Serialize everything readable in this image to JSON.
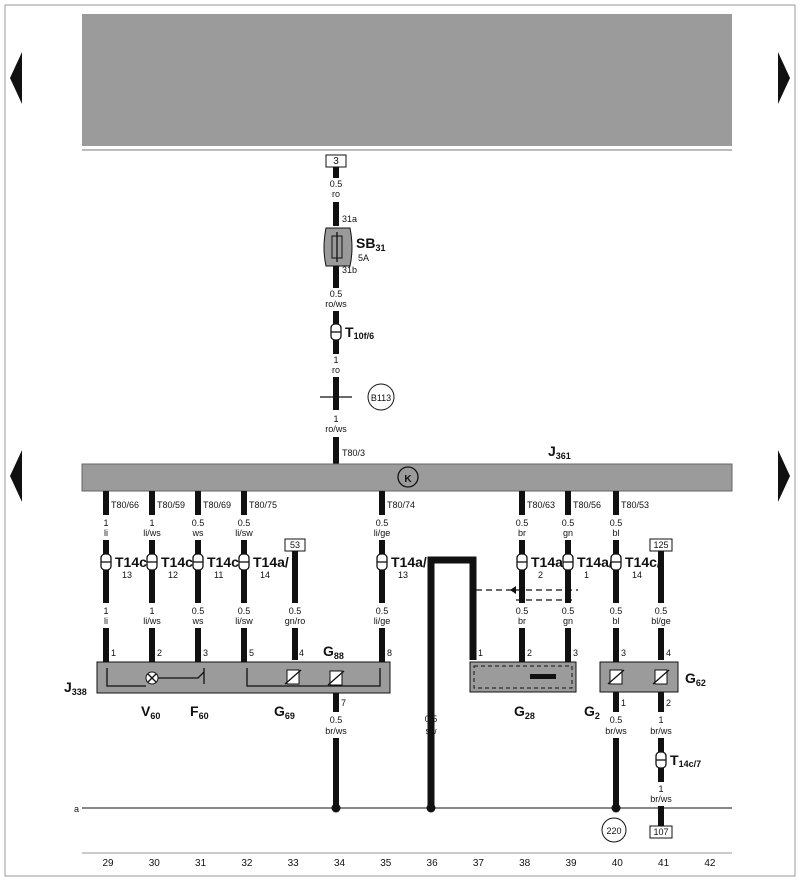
{
  "connector_top": {
    "id": "3",
    "size": "0.5",
    "color": "ro"
  },
  "fuse": {
    "name": "SB",
    "sub": "31",
    "rating": "5A",
    "pin_in": "31a",
    "pin_out": "31b"
  },
  "wire_a": {
    "size": "0.5",
    "color": "ro/ws"
  },
  "t10f": {
    "base": "T",
    "sub": "10f/6"
  },
  "wire_b": {
    "size": "1",
    "color": "ro"
  },
  "splice": "B113",
  "wire_c": {
    "size": "1",
    "color": "ro/ws"
  },
  "j361_pin": "T80/3",
  "j361": {
    "base": "J",
    "sub": "361",
    "marker": "K"
  },
  "pins": [
    {
      "id": "T80/66",
      "s1": "1",
      "c1": "li",
      "conn": "T14c/",
      "cnum": "13",
      "s2": "1",
      "c2": "li",
      "n": "1"
    },
    {
      "id": "T80/59",
      "s1": "1",
      "c1": "li/ws",
      "conn": "T14c/",
      "cnum": "12",
      "s2": "1",
      "c2": "li/ws",
      "n": "2"
    },
    {
      "id": "T80/69",
      "s1": "0.5",
      "c1": "ws",
      "conn": "T14c/",
      "cnum": "11",
      "s2": "0.5",
      "c2": "ws",
      "n": "3"
    },
    {
      "id": "T80/75",
      "s1": "0.5",
      "c1": "li/sw",
      "conn": "T14a/",
      "cnum": "14",
      "s2": "0.5",
      "c2": "li/sw",
      "n": "5"
    },
    {
      "id": "T80/74",
      "s1": "0.5",
      "c1": "li/ge",
      "conn": "T14a/",
      "cnum": "13",
      "s2": "0.5",
      "c2": "li/ge",
      "n": "8"
    },
    {
      "id": "T80/63",
      "s1": "0.5",
      "c1": "br",
      "conn": "T14a/",
      "cnum": "2",
      "s2": "0.5",
      "c2": "br",
      "n": "2"
    },
    {
      "id": "T80/56",
      "s1": "0.5",
      "c1": "gn",
      "conn": "T14a/",
      "cnum": "1",
      "s2": "0.5",
      "c2": "gn",
      "n": "3"
    },
    {
      "id": "T80/53",
      "s1": "0.5",
      "c1": "bl",
      "conn": "T14c/",
      "cnum": "14",
      "s2": "0.5",
      "c2": "bl",
      "n": "3"
    }
  ],
  "ref53": {
    "id": "53",
    "size": "0.5",
    "color": "gn/ro",
    "pin": "4"
  },
  "ref125": {
    "id": "125",
    "size": "0.5",
    "color": "bl/ge",
    "pin": "4"
  },
  "ground_left": {
    "pin": "7",
    "size": "0.5",
    "color": "br/ws"
  },
  "ground_sw": {
    "size": "0.5",
    "color": "sw"
  },
  "g28_pin1": "1",
  "g2_out": {
    "pin": "1",
    "size": "0.5",
    "color": "br/ws"
  },
  "g62_out": {
    "pin": "2",
    "size": "1",
    "color": "br/ws"
  },
  "t14c7": {
    "base": "T",
    "sub": "14c/7"
  },
  "g62_lower": {
    "size": "1",
    "color": "br/ws"
  },
  "ref107": "107",
  "ground_220": "220",
  "ground_a": "a",
  "components": {
    "j338": {
      "base": "J",
      "sub": "338"
    },
    "g88": {
      "base": "G",
      "sub": "88"
    },
    "v60": {
      "base": "V",
      "sub": "60"
    },
    "f60": {
      "base": "F",
      "sub": "60"
    },
    "g69": {
      "base": "G",
      "sub": "69"
    },
    "g28": {
      "base": "G",
      "sub": "28"
    },
    "g2": {
      "base": "G",
      "sub": "2"
    },
    "g62": {
      "base": "G",
      "sub": "62"
    }
  },
  "scale": [
    "29",
    "30",
    "31",
    "32",
    "33",
    "34",
    "35",
    "36",
    "37",
    "38",
    "39",
    "40",
    "41",
    "42"
  ]
}
